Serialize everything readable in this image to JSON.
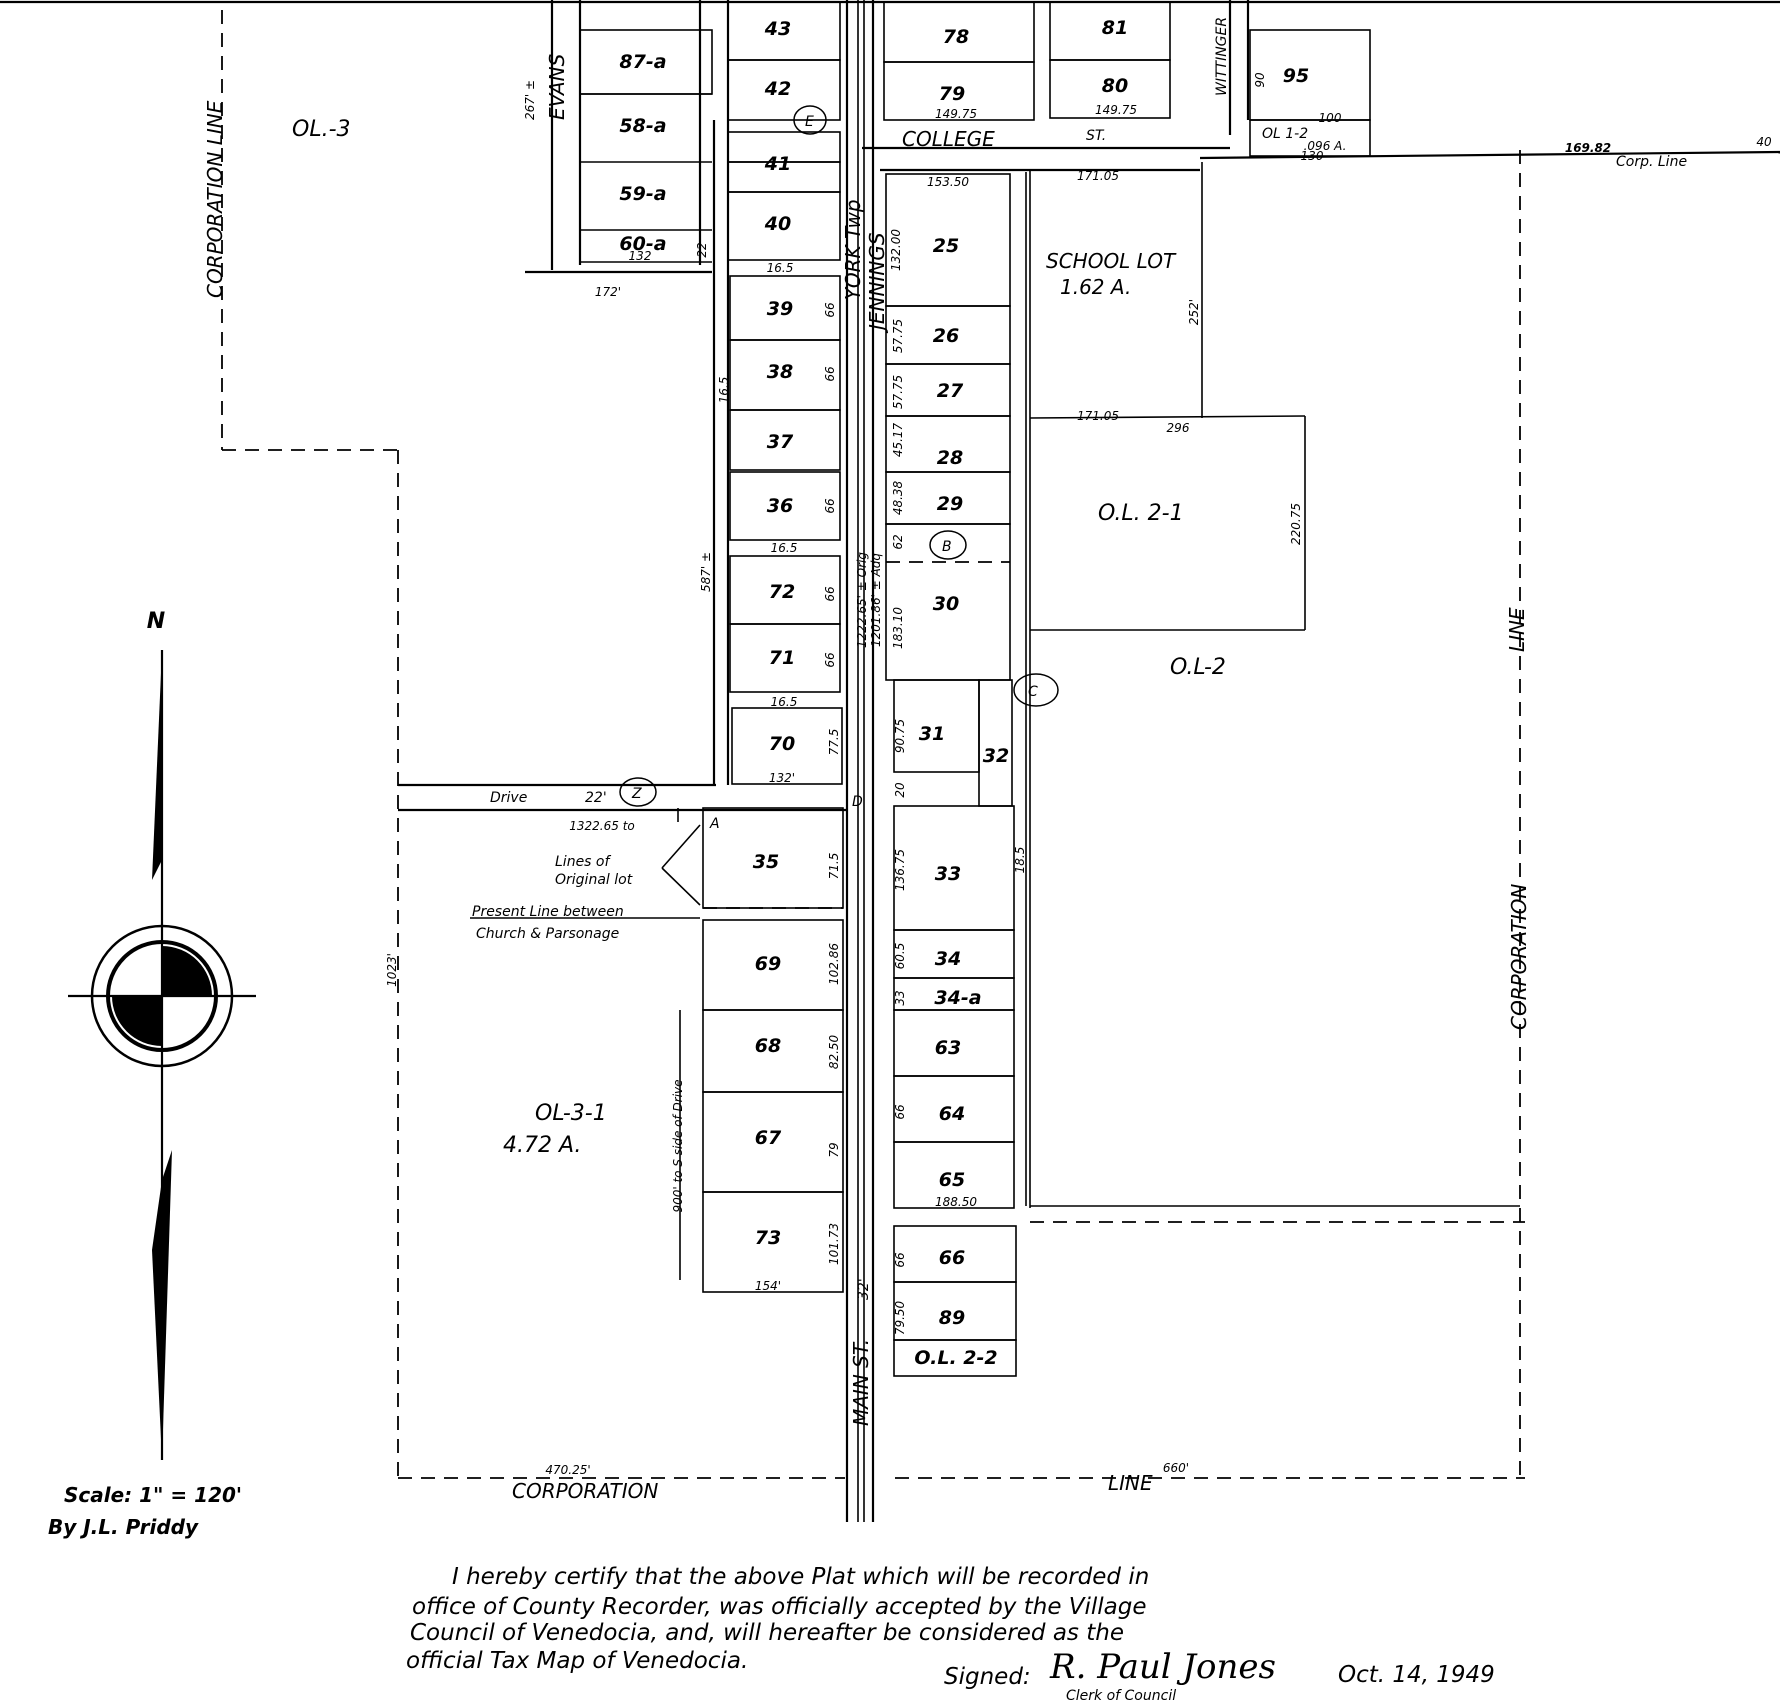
{
  "outlots": {
    "ol3": "OL.-3",
    "ol31_name": "OL-3-1",
    "ol31_area": "4.72 A.",
    "ol2": "O.L-2",
    "ol21": "O.L. 2-1",
    "ol22": "O.L. 2-2",
    "ol12": "OL 1-2",
    "ol12_area": ".096 A."
  },
  "school_lot": {
    "name": "SCHOOL LOT",
    "area": "1.62 A."
  },
  "streets": {
    "evans": "EVANS",
    "college": "COLLEGE",
    "st": "ST.",
    "wittinger": "WITTINGER",
    "york_twp": "YORK Twp",
    "jennings": "JENNINGS",
    "main_st": "MAIN ST.",
    "main_width": "32'",
    "drive": "Drive",
    "drive_width": "22'",
    "corp_line": "Corp. Line",
    "corporation": "CORPORATION",
    "line": "LINE",
    "corporation_line": "CORPORATION LINE"
  },
  "lots_left": [
    "87-a",
    "58-a",
    "59-a",
    "60-a"
  ],
  "lots_west": [
    "43",
    "42",
    "41",
    "40",
    "39",
    "38",
    "37",
    "36",
    "72",
    "71",
    "70",
    "35",
    "69",
    "68",
    "67",
    "73"
  ],
  "lots_east": [
    "78",
    "79",
    "25",
    "26",
    "27",
    "28",
    "29",
    "30",
    "31",
    "32",
    "33",
    "34",
    "34-a",
    "63",
    "64",
    "65",
    "66",
    "89"
  ],
  "lots_ne": [
    "81",
    "80",
    "95"
  ],
  "dimensions": {
    "d_267": "267' ±",
    "d_172": "172'",
    "d_132_60a": "132",
    "d_165_a": "16.5",
    "d_165_b": "16.5",
    "d_165_c": "16.5",
    "d_165_d": "16.5",
    "d_587": "587' ±",
    "d_1023": "1023'",
    "d_132_70": "132'",
    "d_1322_65": "1322.65 to",
    "d_1222": "1222.65' ± Orig",
    "d_1201": "1201.86' ± Adq",
    "d_153_50": "153.50",
    "d_132_00": "132.00",
    "d_171_05a": "171.05",
    "d_171_05b": "171.05",
    "d_252": "252'",
    "d_296": "296",
    "d_220_75": "220.75",
    "d_90_75": "90.75",
    "d_136_75": "136.75",
    "d_188_50": "188.50",
    "d_149_75a": "149.75",
    "d_149_75b": "149.75",
    "d_100": "100",
    "d_90": "90",
    "d_130": "130",
    "d_169_82": "169.82",
    "d_40": "40",
    "d_470_25": "470.25'",
    "d_660": "660'",
    "d_154": "154'",
    "d_183_10": "183.10",
    "d_66a": "66",
    "d_66b": "66",
    "d_66c": "66",
    "d_66d": "66",
    "d_66e": "66",
    "d_66f": "66",
    "d_66g": "66",
    "d_77": "77.5",
    "d_71_5": "71.5",
    "d_102_86": "102.86",
    "d_82_50": "82.50",
    "d_79": "79",
    "d_101_73": "101.73",
    "d_60_5": "60.5",
    "d_33": "33",
    "d_62": "62",
    "d_57_75a": "57.75",
    "d_57_75b": "57.75",
    "d_45_17": "45.17",
    "d_48_38": "48.38",
    "d_79_50": "79.50",
    "d_20": "20",
    "d_18_5": "18.5",
    "d_900": "900' to S side of Drive",
    "d_22": "22"
  },
  "annotations": {
    "lines_of": "Lines of",
    "original_lot": "Original lot",
    "present_line": "Present Line between",
    "church_parsonage": "Church & Parsonage",
    "pt_a": "A",
    "pt_d": "D",
    "circle_1": "E",
    "circle_2": "Z",
    "circle_3": "B",
    "circle_4": "C"
  },
  "legend": {
    "north": "N",
    "scale": "Scale: 1\" = 120'",
    "by": "By J.L. Priddy"
  },
  "certificate": {
    "line1": "I hereby certify that the above Plat which will be recorded in",
    "line2": "office of County Recorder, was officially accepted by the Village",
    "line3": "Council of Venedocia, and, will hereafter be considered as the",
    "line4": "official Tax Map of Venedocia.",
    "signed": "Signed:",
    "signature": "R. Paul Jones",
    "date": "Oct. 14, 1949",
    "title": "Clerk of Council"
  }
}
